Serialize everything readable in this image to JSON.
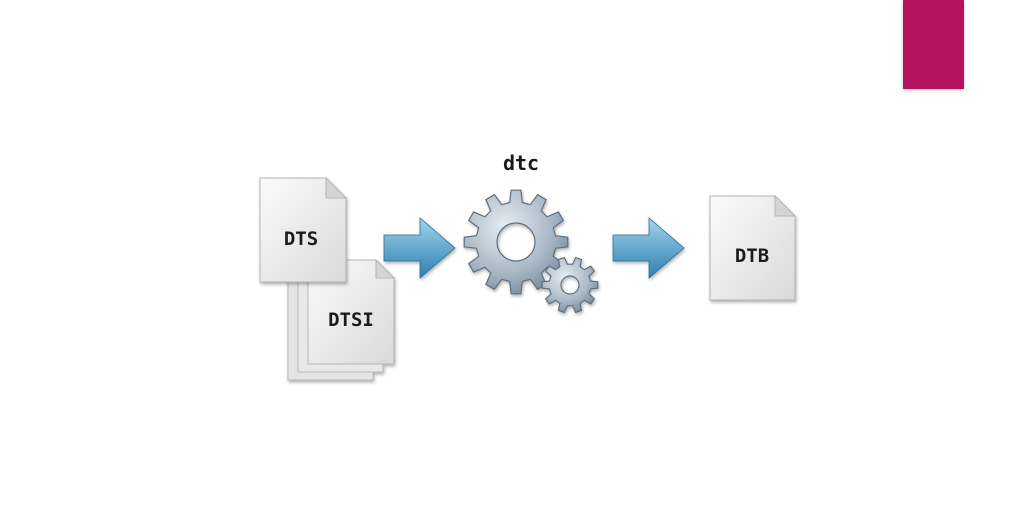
{
  "colors": {
    "accent": "#b5125f",
    "arrow_light": "#9fd3ec",
    "arrow_dark": "#2f7fb0",
    "gear": "#8a9cad",
    "document": "#eeeeee"
  },
  "inputs": {
    "dts_label": "DTS",
    "dtsi_label": "DTSI"
  },
  "compiler": {
    "label": "dtc",
    "icon": "gear-icon"
  },
  "output": {
    "dtb_label": "DTB"
  }
}
